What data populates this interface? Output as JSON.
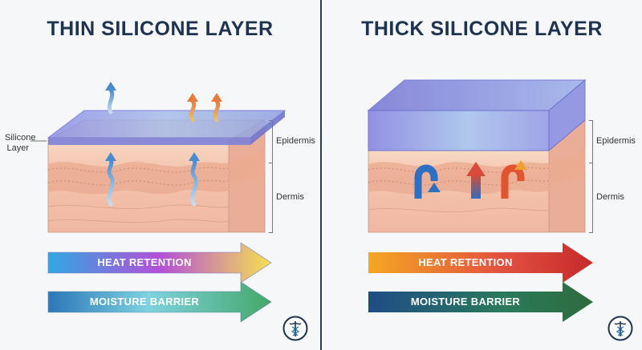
{
  "left": {
    "title": "THIN SILICONE LAYER",
    "silicone_label": "Silicone\nLayer",
    "epidermis_label": "Epidermis",
    "dermis_label": "Dermis",
    "heat_label": "HEAT RETENTION",
    "moisture_label": "MOISTURE BARRIER"
  },
  "right": {
    "title": "THICK SILICONE LAYER",
    "epidermis_label": "Epidermis",
    "dermis_label": "Dermis",
    "heat_label": "HEAT RETENTION",
    "moisture_label": "MOISTURE BARRIER"
  },
  "colors": {
    "title": "#1e3350",
    "silicone": "#8c97e0",
    "skin": "#f3c6b2",
    "heat_thin": [
      "#2fa8e0",
      "#b44fd8",
      "#f6e050"
    ],
    "moisture_thin": [
      "#2b77b8",
      "#7fd2e0",
      "#44a868"
    ],
    "heat_thick": [
      "#f5a623",
      "#e25040",
      "#c62a2a"
    ],
    "moisture_thick": [
      "#1f4c86",
      "#2a7a5c",
      "#2e6b3c"
    ]
  },
  "icons": [
    "caduceus-logo-icon",
    "vapor-arrow-icon",
    "heat-arrow-icon",
    "circulation-arrow-icon"
  ]
}
